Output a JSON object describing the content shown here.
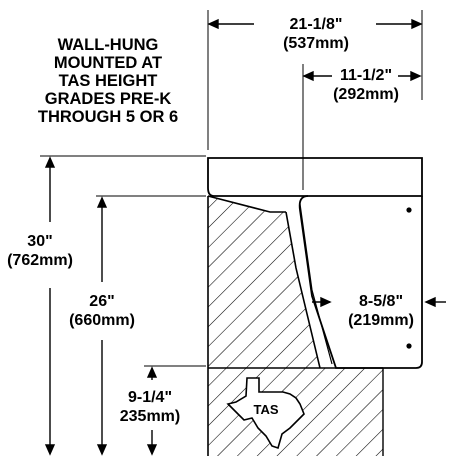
{
  "title_lines": [
    "WALL-HUNG",
    "MOUNTED AT",
    "TAS HEIGHT",
    "GRADES PRE-K",
    "THROUGH 5 OR 6"
  ],
  "dimensions": {
    "overall_depth": {
      "imperial": "21-1/8\"",
      "metric": "(537mm)"
    },
    "bowl_depth": {
      "imperial": "11-1/2\"",
      "metric": "(292mm)"
    },
    "tank_depth": {
      "imperial": "8-5/8\"",
      "metric": "(219mm)"
    },
    "overall_height": {
      "imperial": "30\"",
      "metric": "(762mm)"
    },
    "rim_height": {
      "imperial": "26\"",
      "metric": "(660mm)"
    },
    "carrier_height": {
      "imperial": "9-1/4\"",
      "metric": "235mm)"
    }
  },
  "state_label": "TAS",
  "colors": {
    "ink": "#000000",
    "paper": "#ffffff"
  }
}
